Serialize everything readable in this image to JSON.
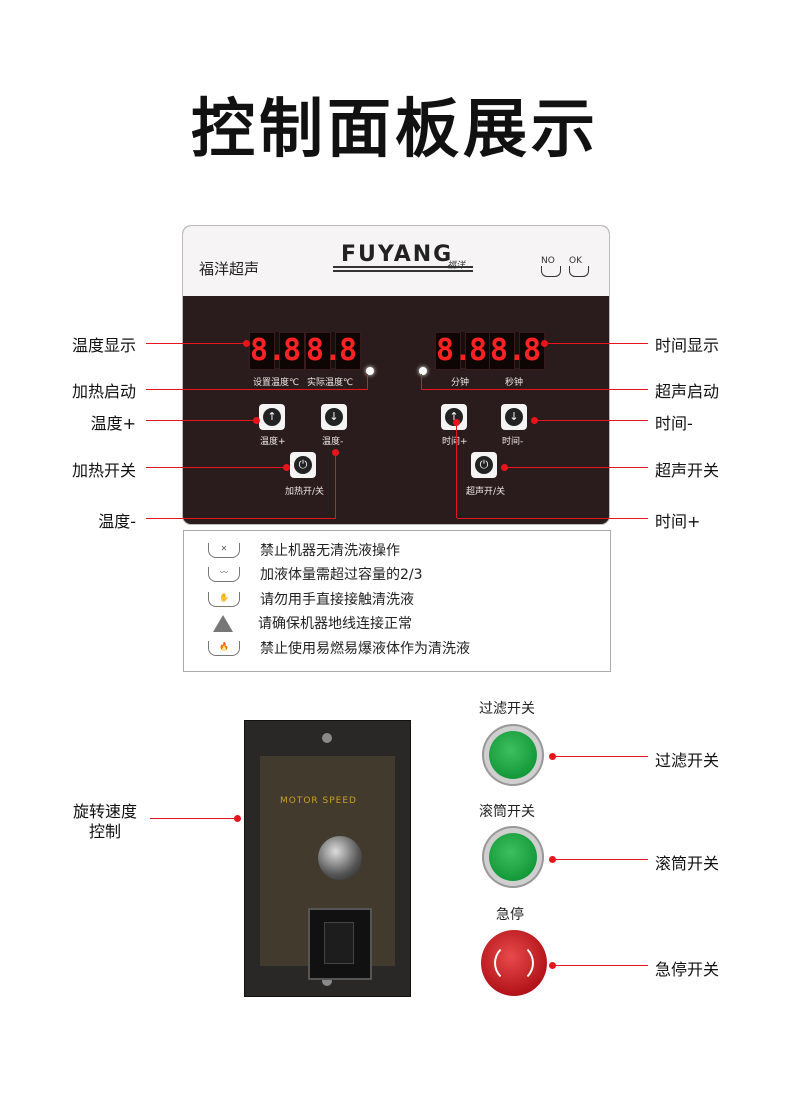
{
  "title": "控制面板展示",
  "panel": {
    "brand_cn": "福洋超声",
    "brand_en": "FUYANG",
    "brand_sig": "福洋",
    "basin_no": "NO",
    "basin_ok": "OK",
    "left_display": [
      "8.8",
      "8.8"
    ],
    "right_display": [
      "8.8",
      "8.8"
    ],
    "left_display_labels": [
      "设置温度℃",
      "实际温度℃"
    ],
    "right_display_labels": [
      "分钟",
      "秒钟"
    ],
    "buttons": {
      "temp_up": "温度+",
      "temp_down": "温度-",
      "heat_switch": "加热开/关",
      "time_up": "时间+",
      "time_down": "时间-",
      "ultra_switch": "超声开/关"
    }
  },
  "warnings": [
    "禁止机器无清洗液操作",
    "加液体量需超过容量的2/3",
    "请勿用手直接接触清洗液",
    "请确保机器地线连接正常",
    "禁止使用易燃易爆液体作为清洗液"
  ],
  "callouts_left": {
    "temp_display": "温度显示",
    "heat_start": "加热启动",
    "temp_up": "温度+",
    "heat_switch": "加热开关",
    "temp_down": "温度-",
    "speed_1": "旋转速度",
    "speed_2": "控制"
  },
  "callouts_right": {
    "time_display": "时间显示",
    "ultra_start": "超声启动",
    "time_down": "时间-",
    "ultra_switch": "超声开关",
    "time_up": "时间+",
    "filter": "过滤开关",
    "drum": "滚筒开关",
    "estop": "急停开关"
  },
  "round_buttons": {
    "filter_label": "过滤开关",
    "drum_label": "滚筒开关",
    "estop_label": "急停"
  },
  "speed_brand": "MOTOR SPEED",
  "colors": {
    "accent_line": "#e8141b",
    "display_digits": "#ff2222",
    "green_button": "#149a3a",
    "red_button": "#b3141a"
  }
}
